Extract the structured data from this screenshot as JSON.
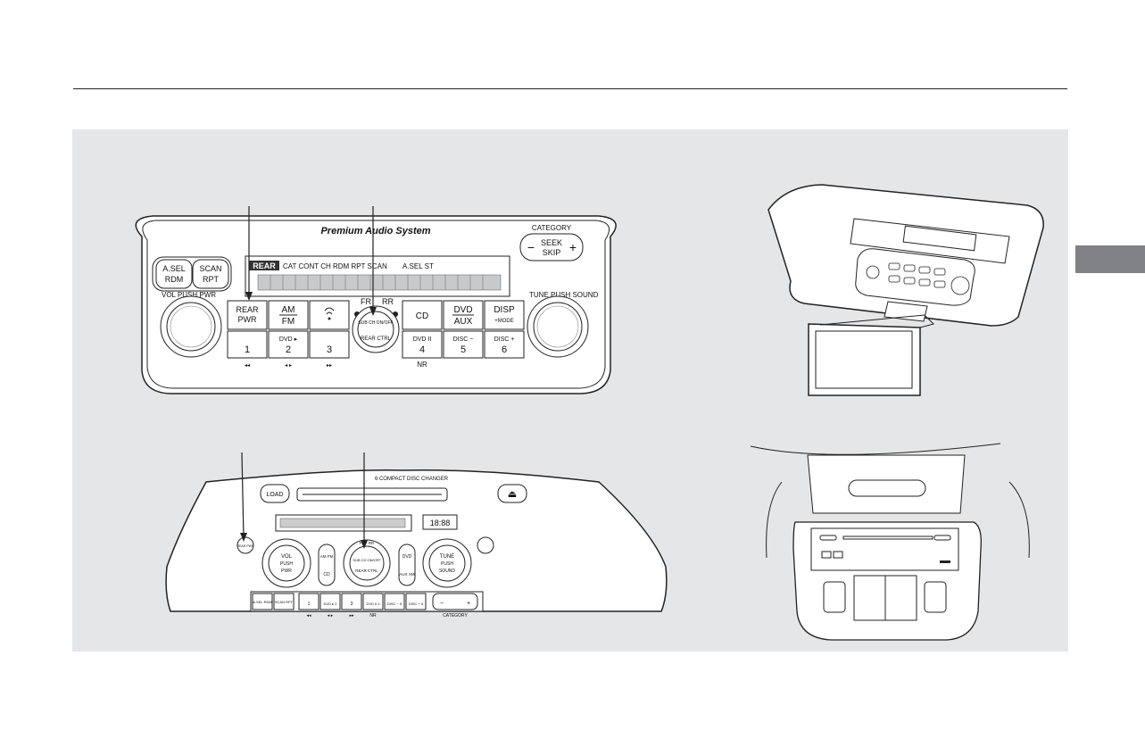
{
  "colors": {
    "panel_bg": "#e5e6e8",
    "side_tab": "#808285",
    "line": "#222222"
  },
  "front_unit": {
    "brand": "Premium Audio System",
    "category": "CATEGORY",
    "seek_minus": "−",
    "seek_plus": "+",
    "seek_line1": "SEEK",
    "seek_line2": "SKIP",
    "asel_line1": "A.SEL",
    "asel_line2": "RDM",
    "scan_line1": "SCAN",
    "scan_line2": "RPT",
    "rear_indicator": "REAR",
    "display_indicators": "CAT CONT CH  RDM RPT SCAN",
    "display_indicators2": "A.SEL  ST",
    "vol_label": "VOL PUSH PWR",
    "tune_label": "TUNE PUSH SOUND",
    "fr_label": "FR",
    "rr_label": "RR",
    "knob_text_top": "SUB CH ON/OFF",
    "knob_text_bottom": "REAR CTRL",
    "rear_pwr_line1": "REAR",
    "rear_pwr_line2": "PWR",
    "am_label": "AM",
    "fm_label": "FM",
    "cd_label": "CD",
    "dvd_label": "DVD",
    "aux_label": "AUX",
    "disp_label": "DISP",
    "mode_label": "+MODE",
    "preset1": "1",
    "preset2_top": "DVD ▸",
    "preset2": "2",
    "preset3": "3",
    "preset4_top": "DVD II",
    "preset4": "4",
    "preset5_top": "DISC −",
    "preset5": "5",
    "preset6_top": "DISC +",
    "preset6": "6",
    "rew_label": "◂◂",
    "play_label": "◂ ▸",
    "ff_label": "▸▸",
    "nr_label": "NR"
  },
  "changer_unit": {
    "slot_label": "6 COMPACT DISC CHANGER",
    "load_label": "LOAD",
    "eject_label": "⏏",
    "clock_label": "18:88",
    "vol_line1": "VOL",
    "vol_line2": "PUSH",
    "vol_line3": "PWR",
    "tune_line1": "TUNE",
    "tune_line2": "PUSH",
    "tune_line3": "SOUND",
    "am_fm": "AM FM",
    "cd": "CD",
    "dvd": "DVD",
    "aux_xm": "AUX XM",
    "knob_top": "FR ·  RR",
    "knob_mid": "SUB CH ON/OFF",
    "knob_bottom": "REAR CTRL",
    "rear_pwr": "REAR PWR",
    "asel": "A.SEL RDM",
    "scanrpt": "SCAN RPT",
    "p1": "1",
    "p2": "DVD ▸ 2",
    "p3": "3",
    "p4": "DVD II 4",
    "p5": "DISC − 5",
    "p6": "DISC + 6",
    "rew": "◂◂",
    "play": "◂ ▸",
    "ff": "▸▸",
    "nr": "NR",
    "category": "CATEGORY",
    "cat_minus": "−",
    "cat_plus": "+"
  }
}
